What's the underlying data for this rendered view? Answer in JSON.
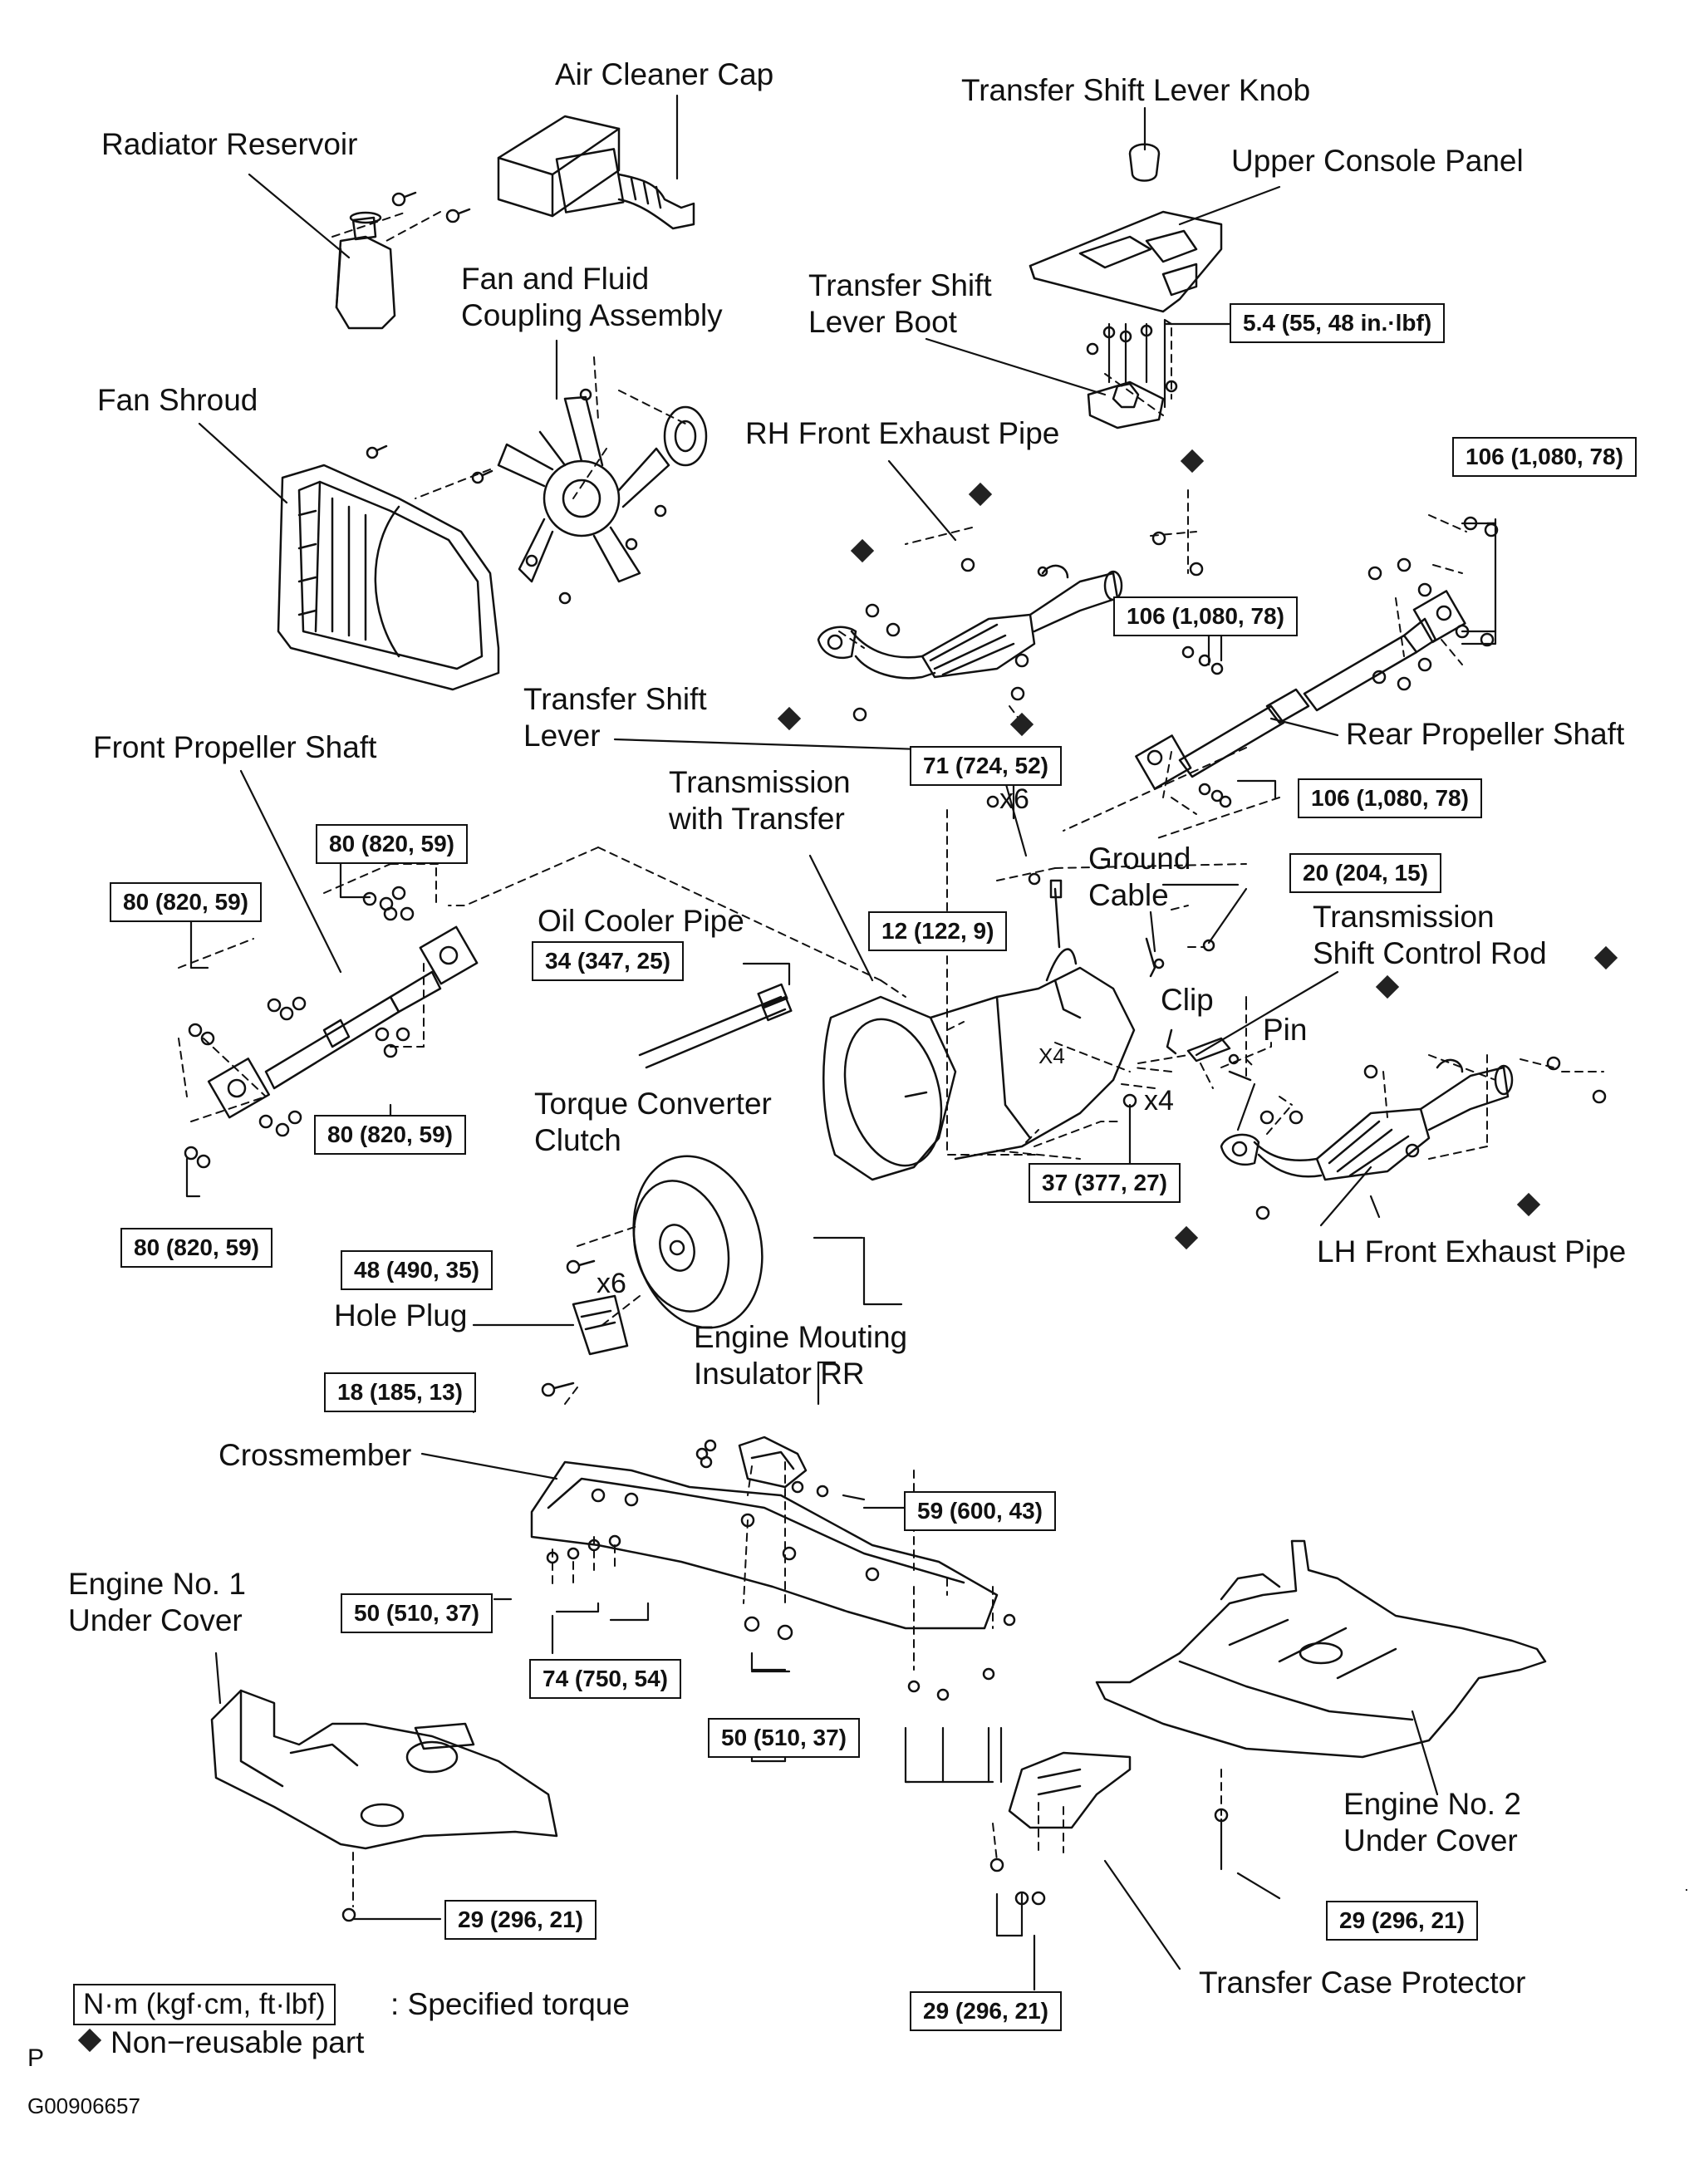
{
  "labels": {
    "radiator_reservoir": "Radiator Reservoir",
    "air_cleaner_cap": "Air Cleaner Cap",
    "transfer_shift_lever_knob": "Transfer Shift Lever Knob",
    "upper_console_panel": "Upper Console Panel",
    "fan_fluid_coupling": "Fan and Fluid\nCoupling Assembly",
    "transfer_shift_lever_boot": "Transfer Shift\nLever Boot",
    "fan_shroud": "Fan Shroud",
    "rh_front_exhaust_pipe": "RH Front Exhaust Pipe",
    "rear_propeller_shaft": "Rear Propeller Shaft",
    "transfer_shift_lever": "Transfer Shift\nLever",
    "front_propeller_shaft": "Front Propeller Shaft",
    "transmission_with_transfer": "Transmission\nwith Transfer",
    "ground_cable": "Ground\nCable",
    "transmission_shift_control_rod": "Transmission\nShift Control Rod",
    "oil_cooler_pipe": "Oil Cooler Pipe",
    "clip": "Clip",
    "pin": "Pin",
    "torque_converter_clutch": "Torque Converter\nClutch",
    "lh_front_exhaust_pipe": "LH Front Exhaust Pipe",
    "hole_plug": "Hole Plug",
    "engine_mounting_insulator_rr": "Engine Mouting\nInsulator RR",
    "crossmember": "Crossmember",
    "engine_no1_under_cover": "Engine No. 1\nUnder Cover",
    "engine_no2_under_cover": "Engine No. 2\nUnder Cover",
    "transfer_case_protector": "Transfer Case Protector"
  },
  "torques": {
    "console": "5.4 (55, 48 in.·lbf)",
    "rear_shaft_top": "106 (1,080, 78)",
    "rear_shaft_mid": "106 (1,080, 78)",
    "rear_shaft_bottom": "106 (1,080, 78)",
    "transmission_top": "71 (724, 52)",
    "front_shaft_top_right": "80 (820, 59)",
    "front_shaft_top_left": "80 (820, 59)",
    "lever_bolt": "12 (122, 9)",
    "ground_cable": "20 (204, 15)",
    "oil_cooler": "34 (347, 25)",
    "front_shaft_mid_right": "80 (820, 59)",
    "front_shaft_bottom_left": "80 (820, 59)",
    "transmission_bottom": "37 (377, 27)",
    "converter": "48 (490, 35)",
    "hole_plug": "18 (185, 13)",
    "insulator": "59 (600, 43)",
    "crossmember_left": "50 (510, 37)",
    "crossmember_center": "74 (750, 54)",
    "crossmember_right": "50 (510, 37)",
    "cover1": "29 (296, 21)",
    "protector": "29 (296, 21)",
    "cover2": "29 (296, 21)"
  },
  "multipliers": {
    "transmission_top": "x6",
    "transmission_bottom": "x4",
    "converter": "x6"
  },
  "legend": {
    "torque_unit": "N·m (kgf·cm, ft·lbf)",
    "torque_text": ": Specified torque",
    "nonreusable_text": "Non−reusable part"
  },
  "footer": {
    "page_letter": "P",
    "figure_code": "G00906657"
  },
  "icons": [
    "diamond-icon",
    "bolt-icon",
    "nut-icon"
  ],
  "colors": {
    "ink": "#111111",
    "paper": "#ffffff"
  }
}
